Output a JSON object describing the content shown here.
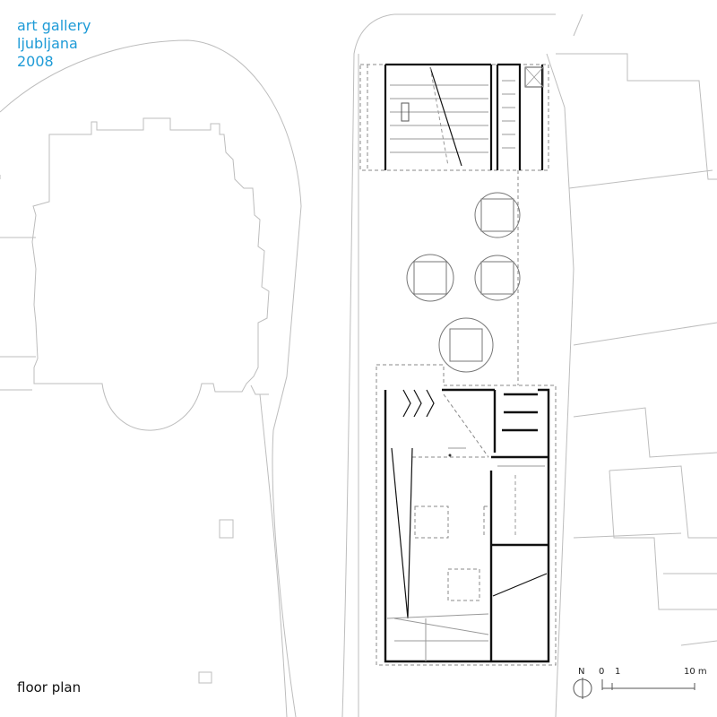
{
  "title_lines": [
    "art gallery",
    "ljubljana",
    "2008"
  ],
  "caption": "floor plan",
  "north_label": "N",
  "scale": {
    "labels": [
      "0",
      "1",
      "10 m"
    ]
  },
  "colors": {
    "accent": "#1e9bd7",
    "line": "#555555",
    "wall": "#111111",
    "context": "#bdbdbd"
  }
}
